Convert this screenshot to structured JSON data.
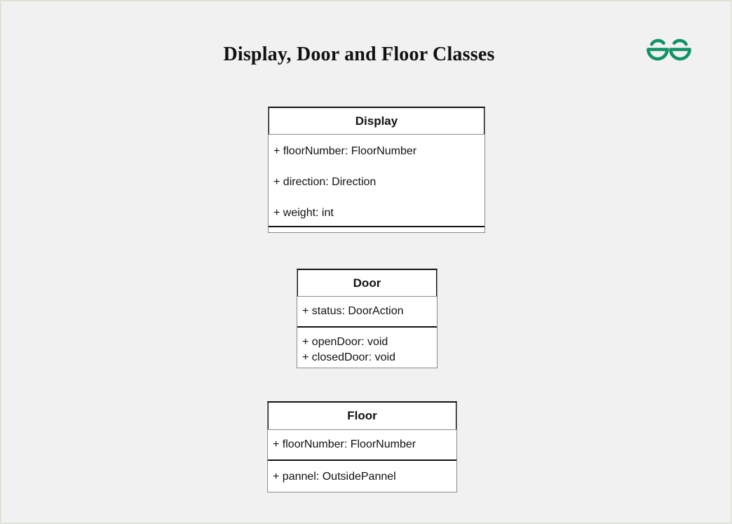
{
  "page": {
    "title": "Display, Door and Floor Classes",
    "background_color": "#f1f1f1",
    "border_color": "#dde2d6"
  },
  "logo": {
    "name": "geeksforgeeks-logo",
    "alt": "GeeksforGeeks",
    "color": "#0f9268"
  },
  "diagram": {
    "type": "uml-class-diagram",
    "classes": [
      {
        "name": "Display",
        "attributes": [
          "+ floorNumber: FloorNumber",
          "+ direction: Direction",
          "+ weight: int"
        ],
        "methods": []
      },
      {
        "name": "Door",
        "attributes": [
          "+ status: DoorAction"
        ],
        "methods": [
          "+ openDoor: void",
          "+ closedDoor: void"
        ]
      },
      {
        "name": "Floor",
        "attributes": [
          "+ floorNumber: FloorNumber"
        ],
        "methods": [
          "+ pannel: OutsidePannel"
        ]
      }
    ]
  }
}
